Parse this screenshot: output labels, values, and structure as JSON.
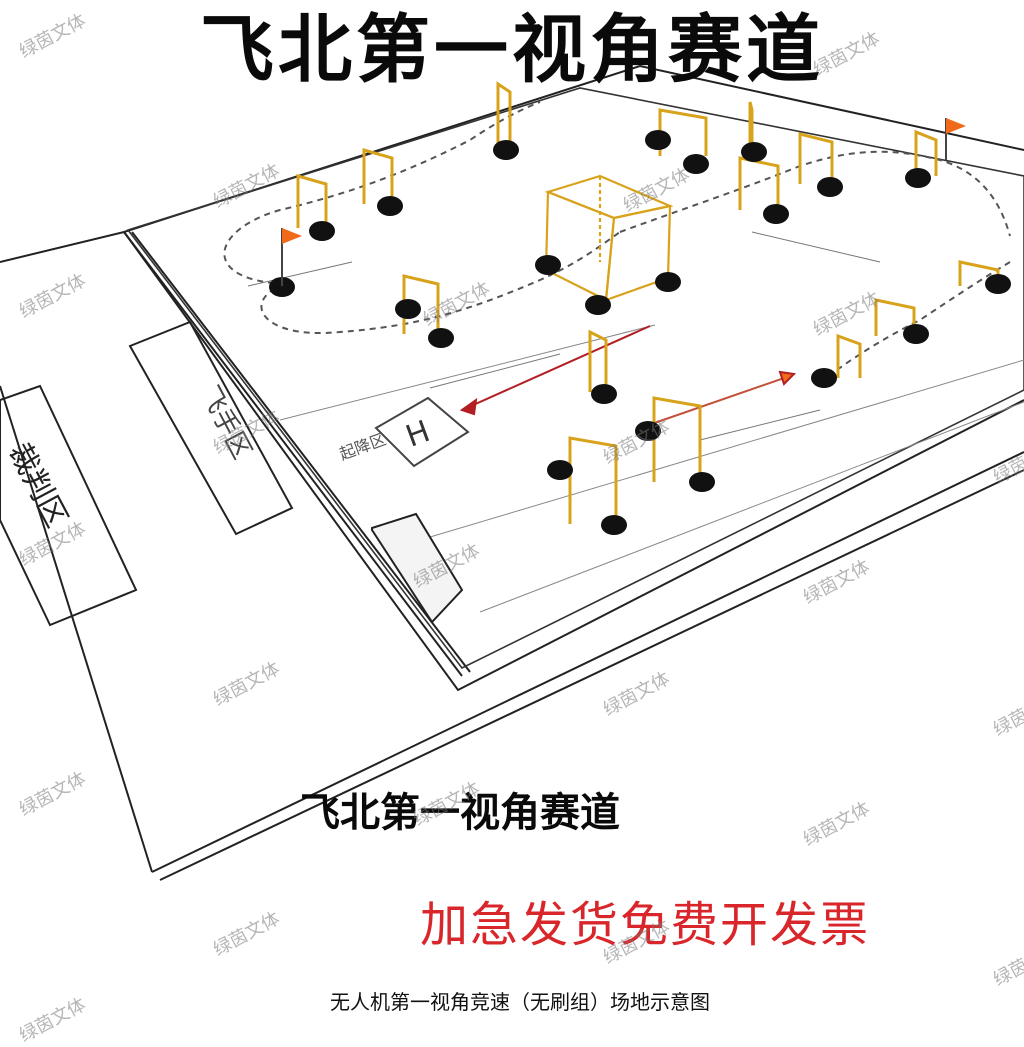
{
  "title": "飞北第一视角赛道",
  "subtitle": "飞北第一视角赛道",
  "promo_text": "加急发货免费开发票",
  "caption": "无人机第一视角竞速（无刷组）场地示意图",
  "watermark": "绿茵文体",
  "zones": {
    "judge_area": "裁判区",
    "flight_area": "飞手区",
    "helipad": "H",
    "takeoff_area": "起降区"
  },
  "colors": {
    "gate": "#d8a21a",
    "base": "#111111",
    "flag": "#f06a1a",
    "arrow_red": "#b21e24",
    "promo": "#d8262b"
  },
  "icons": [
    "flag-icon",
    "gate-icon",
    "cone-base-icon",
    "helipad-icon",
    "cube-frame-icon"
  ]
}
